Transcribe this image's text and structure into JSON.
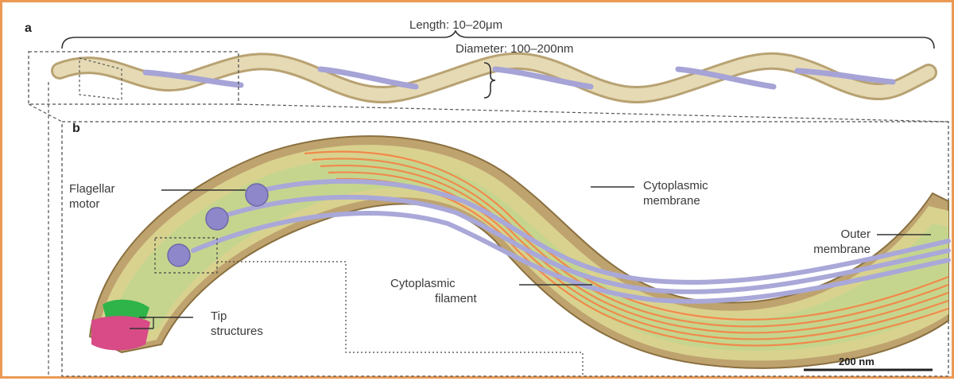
{
  "panels": {
    "a": "a",
    "b": "b"
  },
  "labels": {
    "length": "Length: 10–20μm",
    "diameter": "Diameter: 100–200nm",
    "flagellar_motor": [
      "Flagellar",
      "motor"
    ],
    "cytoplasmic_membrane": [
      "Cytoplasmic",
      "membrane"
    ],
    "outer_membrane": [
      "Outer",
      "membrane"
    ],
    "cytoplasmic_filament": [
      "Cytoplasmic",
      "filament"
    ],
    "tip_structures": [
      "Tip",
      "structures"
    ]
  },
  "scale_bar": "200 nm",
  "colors": {
    "frame": "#ea9a54",
    "outer_membrane": "#b89a6a",
    "periplasm": "#dcd79a",
    "cytoplasm": "#c9d68f",
    "flagella": "#a9a8d8",
    "motor": "#8e87c9",
    "filament": "#f08a4b",
    "tip_green": "#2fb44a",
    "tip_pink": "#d84b86"
  }
}
